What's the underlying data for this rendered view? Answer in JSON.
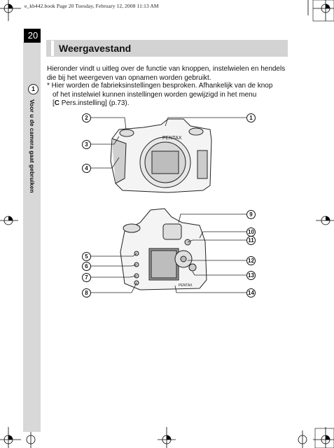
{
  "file_header": "e_kb442.book  Page 20  Tuesday, February 12, 2008  11:13 AM",
  "page_number": "20",
  "chapter_number": "1",
  "chapter_label": "Voor u de camera gaat gebruiken",
  "section_title": "Weergavestand",
  "intro_lines": [
    "Hieronder vindt u uitleg over de functie van knoppen, instelwielen en hendels",
    "die bij het weergeven van opnamen worden gebruikt."
  ],
  "note_lines": [
    "* Hier worden de fabrieksinstellingen besproken. Afhankelijk van de knop",
    "of het instelwiel kunnen instellingen worden gewijzigd in het menu",
    "Pers.instelling] (p.73)."
  ],
  "note_bracket_open": "[",
  "note_icon_letter": "C",
  "callouts": [
    "2",
    "1",
    "3",
    "4",
    "9",
    "10",
    "11",
    "5",
    "6",
    "12",
    "7",
    "13",
    "8",
    "14"
  ],
  "camera_brand": "PENTAX"
}
